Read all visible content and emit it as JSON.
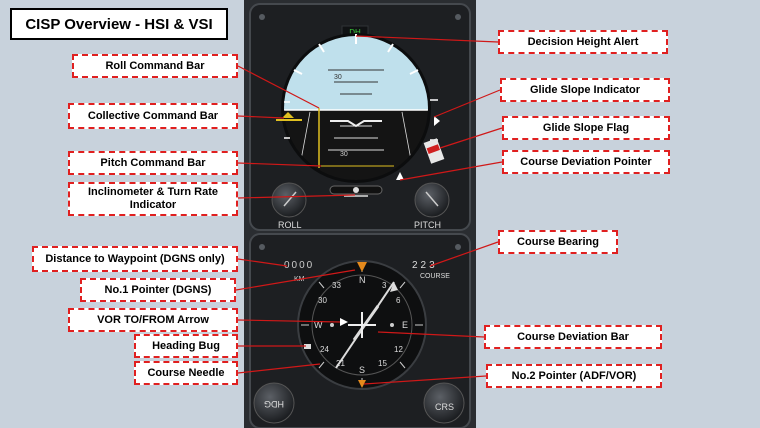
{
  "title": "CISP Overview - HSI & VSI",
  "panel": {
    "dh_text": "DH",
    "adi_pitch_top": "30",
    "adi_pitch_bottom": "30",
    "roll_label": "ROLL",
    "pitch_label": "PITCH",
    "dgns_distance": "0000",
    "km_label": "KM",
    "course_value": "223",
    "course_label": "COURSE",
    "hsi_card": [
      "N",
      "3",
      "6",
      "E",
      "12",
      "15",
      "S",
      "21",
      "24",
      "W",
      "30",
      "33"
    ],
    "hdg_label": "HDG",
    "crs_label": "CRS"
  },
  "callouts": {
    "decision_height_alert": "Decision Height Alert",
    "roll_command_bar": "Roll Command Bar",
    "glide_slope_indicator": "Glide Slope Indicator",
    "collective_command_bar": "Collective Command Bar",
    "glide_slope_flag": "Glide Slope Flag",
    "pitch_command_bar": "Pitch Command Bar",
    "course_deviation_pointer": "Course Deviation Pointer",
    "inclinometer_turn_rate": "Inclinometer & Turn Rate Indicator",
    "course_bearing": "Course Bearing",
    "distance_to_waypoint": "Distance to Waypoint (DGNS only)",
    "no1_pointer": "No.1 Pointer (DGNS)",
    "vor_to_from_arrow": "VOR TO/FROM Arrow",
    "course_deviation_bar": "Course Deviation Bar",
    "heading_bug": "Heading Bug",
    "course_needle": "Course Needle",
    "no2_pointer": "No.2 Pointer (ADF/VOR)"
  },
  "colors": {
    "callout_border": "#e02020",
    "background": "#c8d2dc",
    "sky": "#bfe0ec",
    "dh_green": "#3ac83a",
    "pointer_orange": "#e58a1c"
  }
}
